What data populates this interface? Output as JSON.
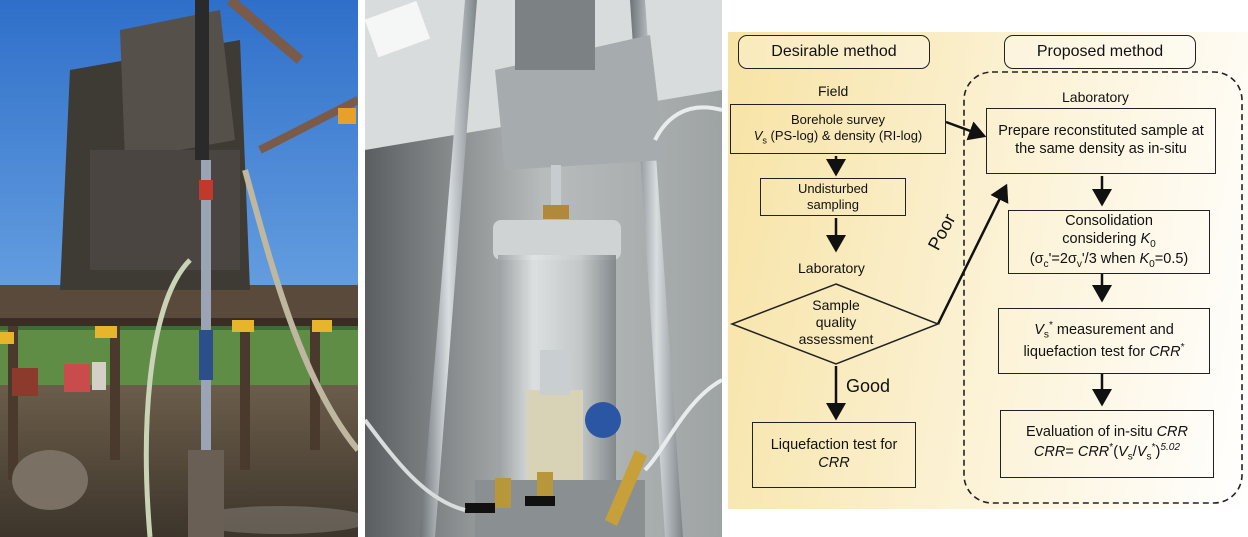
{
  "photos": {
    "field_rig": "drilling-rig-photo",
    "lab_apparatus": "triaxial-apparatus-photo"
  },
  "flow": {
    "headers": {
      "desirable": "Desirable method",
      "proposed": "Proposed method"
    },
    "field_label": "Field",
    "lab_label_left": "Laboratory",
    "lab_label_right": "Laboratory",
    "borehole": {
      "line1": "Borehole survey",
      "line2_v": "V",
      "line2_sub": "s",
      "line2_rest": " (PS-log) & density (RI-log)"
    },
    "undisturbed": {
      "line1": "Undisturbed",
      "line2": "sampling"
    },
    "quality": {
      "line1": "Sample",
      "line2": "quality",
      "line3": "assessment"
    },
    "good_label": "Good",
    "poor_label": "Poor",
    "liq_test": {
      "line1": "Liquefaction test for",
      "line2": "CRR"
    },
    "prepare": {
      "line1": "Prepare reconstituted sample at",
      "line2": "the same density as in-situ"
    },
    "consolidation": {
      "line1": "Consolidation",
      "line2a": "considering ",
      "line2k": "K",
      "line2sub": "0",
      "line3": "(σ",
      "line3_c": "c",
      "line3_mid": "'=2σ",
      "line3_v": "v",
      "line3_tail": "'/3 when ",
      "line3_k": "K",
      "line3_ksub": "0",
      "line3_end": "=0.5)"
    },
    "vs_measure": {
      "v": "V",
      "sub": "s",
      "sup": "*",
      "rest1": " measurement and",
      "line2a": "liquefaction test for ",
      "line2crr": "CRR",
      "line2sup": "*"
    },
    "evaluation": {
      "line1a": "Evaluation of in-situ ",
      "line1crr": "CRR",
      "line2crr": "CRR",
      "line2eq": "= ",
      "line2crr2": "CRR",
      "line2sup": "*",
      "line2open": "(",
      "line2v1": "V",
      "line2s1": "s",
      "line2slash": "/",
      "line2v2": "V",
      "line2s2": "s",
      "line2sup2": "*",
      "line2close": ")",
      "line2exp": "5.02"
    }
  }
}
